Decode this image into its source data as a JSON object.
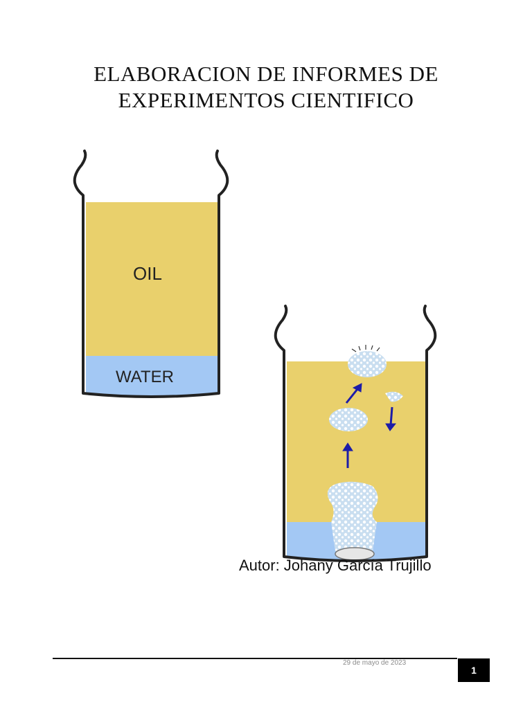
{
  "document": {
    "title_line1": "ELABORACION DE INFORMES DE",
    "title_line2": "EXPERIMENTOS CIENTIFICO",
    "author": "Autor: Johany García Trujillo",
    "date": "29 de mayo de 2023",
    "page_number": "1"
  },
  "figure": {
    "oil_label": "OIL",
    "water_label": "WATER",
    "colors": {
      "oil": "#e9d06c",
      "water": "#a3c8f4",
      "arrow": "#1c1ca8",
      "bubble": "#c9def0",
      "outline": "#222222"
    }
  }
}
